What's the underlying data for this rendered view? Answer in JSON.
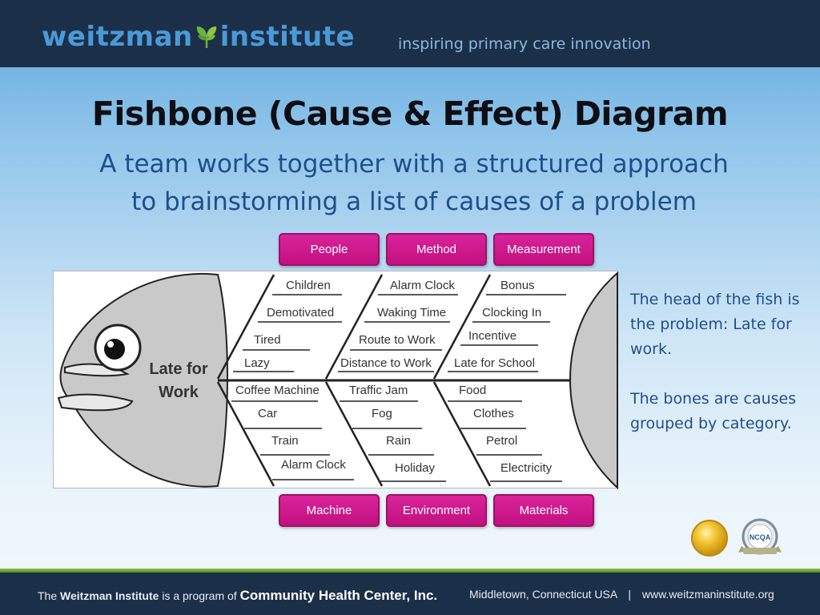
{
  "header": {
    "brand_left": "weitzman",
    "brand_right": "institute",
    "tagline": "inspiring primary care innovation"
  },
  "title": "Fishbone (Cause & Effect) Diagram",
  "subtitle_line1": "A team works together with a structured approach",
  "subtitle_line2": "to brainstorming a list of causes of a problem",
  "categories_top": [
    "People",
    "Method",
    "Measurement"
  ],
  "categories_bottom": [
    "Machine",
    "Environment",
    "Materials"
  ],
  "diagram": {
    "problem_line1": "Late for",
    "problem_line2": "Work",
    "people": [
      "Children",
      "Demotivated",
      "Tired",
      "Lazy"
    ],
    "method": [
      "Alarm Clock",
      "Waking Time",
      "Route to Work",
      "Distance to Work"
    ],
    "measurement": [
      "Bonus",
      "Clocking In",
      "Incentive",
      "Late for School"
    ],
    "machine": [
      "Coffee Machine",
      "Car",
      "Train",
      "Alarm Clock"
    ],
    "environment": [
      "Traffic Jam",
      "Fog",
      "Rain",
      "Holiday"
    ],
    "materials": [
      "Food",
      "Clothes",
      "Petrol",
      "Electricity"
    ]
  },
  "notes": {
    "head_text": "The head of the fish is the problem: Late for work.",
    "bones_text": "The bones are causes grouped by category."
  },
  "seals": {
    "ncqa_label": "NCQA"
  },
  "footer": {
    "prefix": "The",
    "institute": "Weitzman Institute",
    "middle": "is a program of",
    "org": "Community Health Center, Inc.",
    "location": "Middletown, Connecticut USA",
    "separator": "|",
    "website": "www.weitzmaninstitute.org"
  },
  "colors": {
    "header_bg": "#1c2f49",
    "brand_blue": "#4a9ad8",
    "title_text": "#0e0e14",
    "subtitle_blue": "#1f4e8c",
    "category_magenta": "#c2117f",
    "fish_gray": "#c9c9c9",
    "footer_green": "#8bc34a"
  }
}
